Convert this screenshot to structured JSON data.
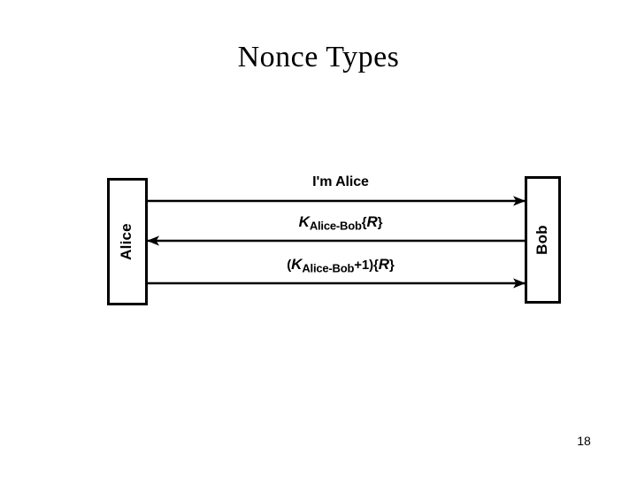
{
  "slide": {
    "title": "Nonce Types",
    "page_number": "18",
    "background_color": "#ffffff",
    "ink_color": "#000000"
  },
  "diagram": {
    "type": "sequence-diagram",
    "parties": [
      {
        "id": "alice",
        "label": "Alice",
        "side": "left"
      },
      {
        "id": "bob",
        "label": "Bob",
        "side": "right"
      }
    ],
    "messages": [
      {
        "index": 1,
        "from": "alice",
        "to": "bob",
        "direction": "right",
        "label_plain": "I'm Alice",
        "parts": [
          {
            "text": "I'm Alice",
            "style": "plain"
          }
        ]
      },
      {
        "index": 2,
        "from": "bob",
        "to": "alice",
        "direction": "left",
        "label_plain": "KAlice-Bob{R}",
        "parts": [
          {
            "text": "K",
            "style": "italic"
          },
          {
            "text": "Alice-Bob",
            "style": "subscript"
          },
          {
            "text": "{",
            "style": "plain"
          },
          {
            "text": "R",
            "style": "italic"
          },
          {
            "text": "}",
            "style": "plain"
          }
        ]
      },
      {
        "index": 3,
        "from": "alice",
        "to": "bob",
        "direction": "right",
        "label_plain": "(KAlice-Bob+1){R}",
        "parts": [
          {
            "text": "(",
            "style": "plain"
          },
          {
            "text": "K",
            "style": "italic"
          },
          {
            "text": "Alice-Bob",
            "style": "subscript"
          },
          {
            "text": "+1)",
            "style": "plain"
          },
          {
            "text": "{",
            "style": "plain"
          },
          {
            "text": "R",
            "style": "italic"
          },
          {
            "text": "}",
            "style": "plain"
          }
        ]
      }
    ]
  }
}
